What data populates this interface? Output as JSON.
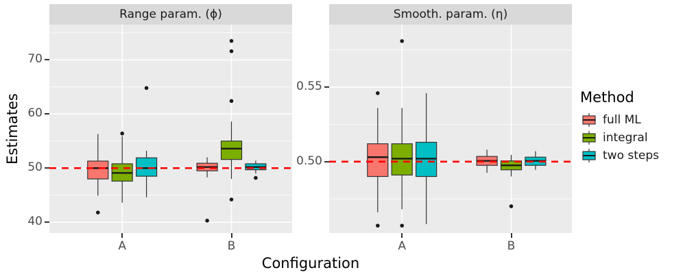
{
  "chart_data": {
    "type": "boxplot",
    "xlabel": "Configuration",
    "ylabel": "Estimates",
    "categories": [
      "A",
      "B"
    ],
    "category_pos": [
      0.3,
      0.75
    ],
    "dodge_offsets": [
      -0.1,
      0,
      0.1
    ],
    "reference_color": "#FF0000",
    "legend": {
      "title": "Method",
      "entries": [
        {
          "label": "full ML",
          "color": "#F8766D"
        },
        {
          "label": "integral",
          "color": "#7CAE00"
        },
        {
          "label": "two steps",
          "color": "#00BFC4"
        }
      ]
    },
    "facets": [
      {
        "title": "Range param. (ϕ)",
        "ylim": [
          38,
          76.5
        ],
        "yticks": [
          {
            "value": 40,
            "label": "40"
          },
          {
            "value": 50,
            "label": "50"
          },
          {
            "value": 60,
            "label": "60"
          },
          {
            "value": 70,
            "label": "70"
          }
        ],
        "yticks_minor": [
          45,
          55,
          65,
          75
        ],
        "reference_line": 50,
        "series": [
          {
            "method": "full ML",
            "boxes": [
              {
                "low": 44.9,
                "q1": 48.0,
                "median": 50.0,
                "q3": 51.3,
                "high": 56.3,
                "outliers": [
                  41.8
                ]
              },
              {
                "low": 48.3,
                "q1": 49.5,
                "median": 50.2,
                "q3": 50.9,
                "high": 52.0,
                "outliers": [
                  40.3
                ]
              }
            ]
          },
          {
            "method": "integral",
            "boxes": [
              {
                "low": 43.6,
                "q1": 47.6,
                "median": 49.1,
                "q3": 50.8,
                "high": 55.9,
                "outliers": [
                  56.4
                ]
              },
              {
                "low": 48.0,
                "q1": 51.6,
                "median": 53.6,
                "q3": 55.0,
                "high": 58.6,
                "outliers": [
                  73.5,
                  71.6,
                  62.4,
                  44.2
                ]
              }
            ]
          },
          {
            "method": "two steps",
            "boxes": [
              {
                "low": 44.6,
                "q1": 48.5,
                "median": 50.0,
                "q3": 51.9,
                "high": 53.2,
                "outliers": [
                  64.8
                ]
              },
              {
                "low": 49.0,
                "q1": 49.7,
                "median": 50.2,
                "q3": 50.8,
                "high": 51.4,
                "outliers": [
                  48.2
                ]
              }
            ]
          }
        ]
      },
      {
        "title": "Smooth. param. (η)",
        "ylim": [
          0.452,
          0.592
        ],
        "yticks": [
          {
            "value": 0.5,
            "label": "0.50"
          },
          {
            "value": 0.55,
            "label": "0.55"
          }
        ],
        "yticks_minor": [
          0.475,
          0.525,
          0.575
        ],
        "reference_line": 0.5,
        "series": [
          {
            "method": "full ML",
            "boxes": [
              {
                "low": 0.466,
                "q1": 0.49,
                "median": 0.503,
                "q3": 0.512,
                "high": 0.536,
                "outliers": [
                  0.546,
                  0.457
                ]
              },
              {
                "low": 0.4925,
                "q1": 0.4975,
                "median": 0.5005,
                "q3": 0.5035,
                "high": 0.508,
                "outliers": []
              }
            ]
          },
          {
            "method": "integral",
            "boxes": [
              {
                "low": 0.468,
                "q1": 0.491,
                "median": 0.502,
                "q3": 0.512,
                "high": 0.536,
                "outliers": [
                  0.581,
                  0.457
                ]
              },
              {
                "low": 0.49,
                "q1": 0.4945,
                "median": 0.4975,
                "q3": 0.5005,
                "high": 0.5045,
                "outliers": [
                  0.47
                ]
              }
            ]
          },
          {
            "method": "two steps",
            "boxes": [
              {
                "low": 0.458,
                "q1": 0.49,
                "median": 0.502,
                "q3": 0.513,
                "high": 0.546,
                "outliers": []
              },
              {
                "low": 0.4945,
                "q1": 0.4975,
                "median": 0.5005,
                "q3": 0.503,
                "high": 0.507,
                "outliers": []
              }
            ]
          }
        ]
      }
    ]
  }
}
